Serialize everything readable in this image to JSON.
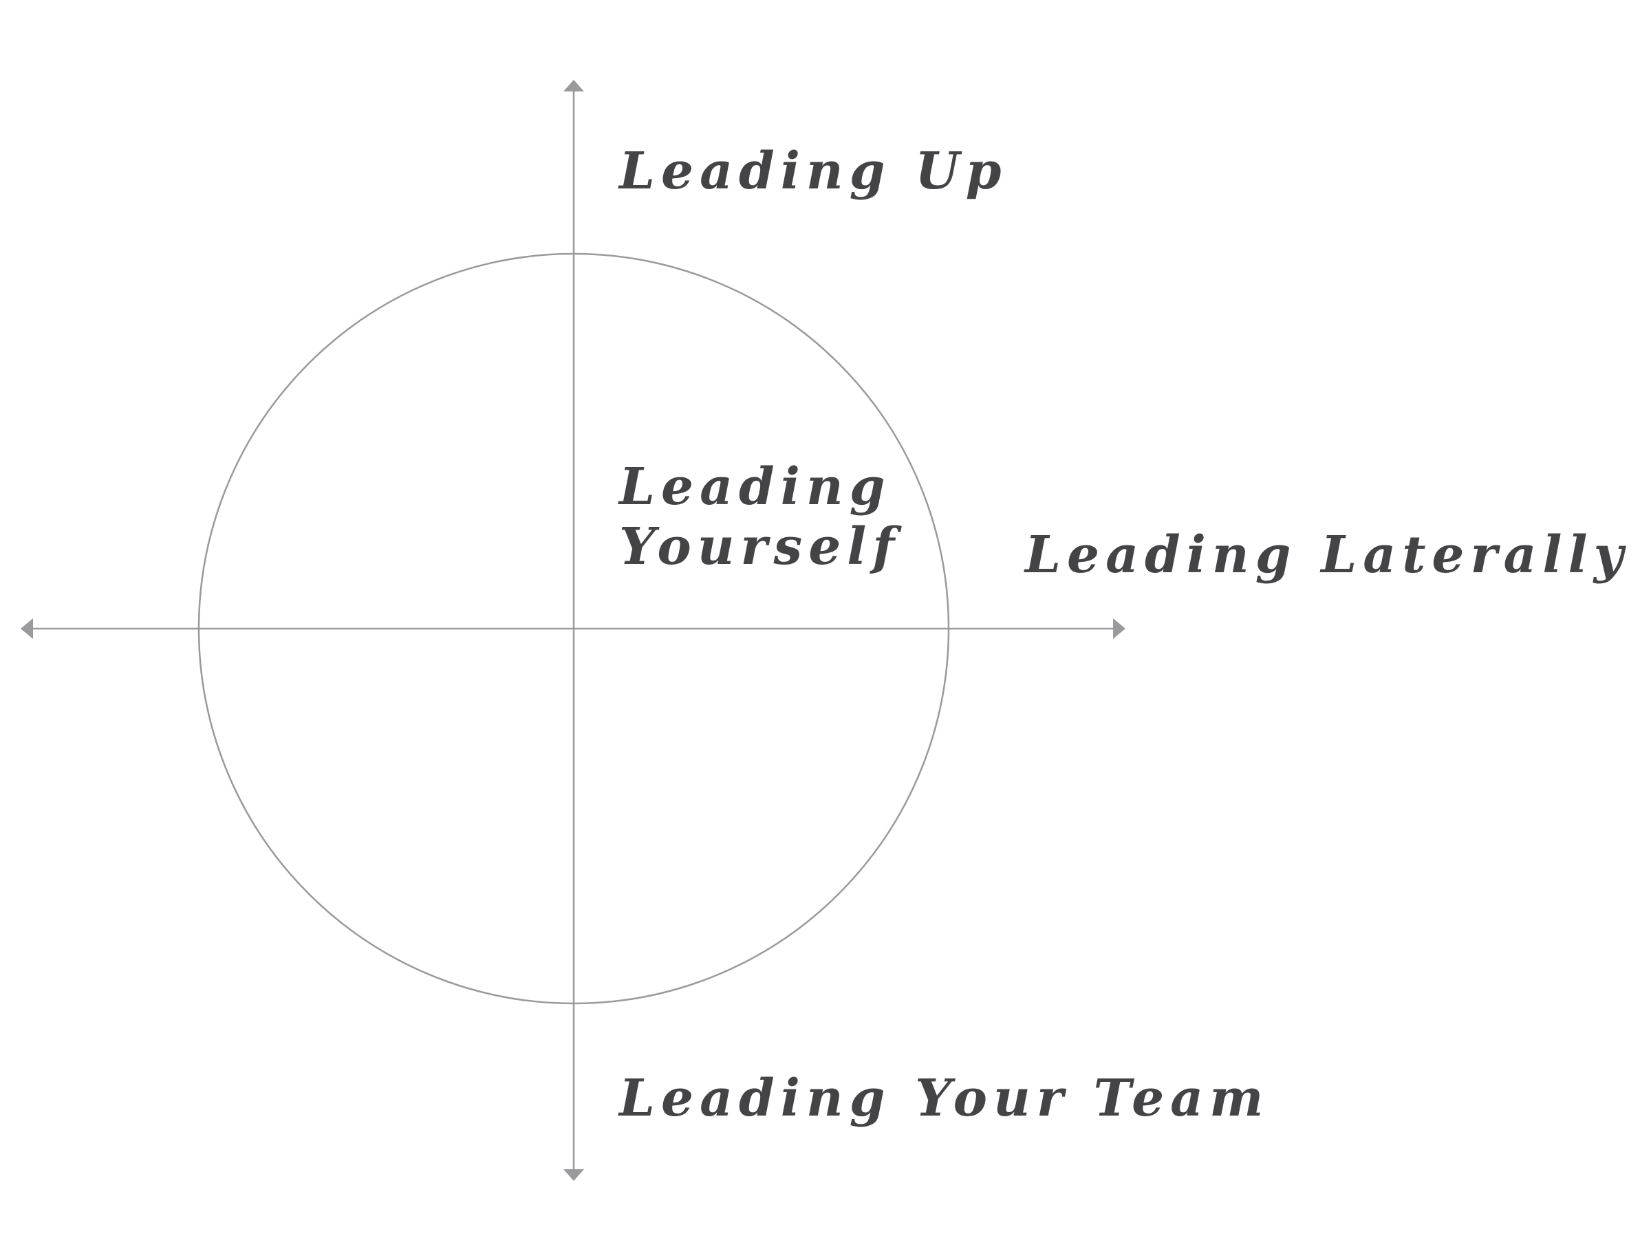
{
  "labels": {
    "up": "Leading Up",
    "yourself_line1": "Leading",
    "yourself_line2": "Yourself",
    "laterally": "Leading Laterally",
    "team": "Leading Your Team"
  },
  "colors": {
    "lines": "#9a9a9c",
    "text": "#444446",
    "background": "#ffffff"
  }
}
